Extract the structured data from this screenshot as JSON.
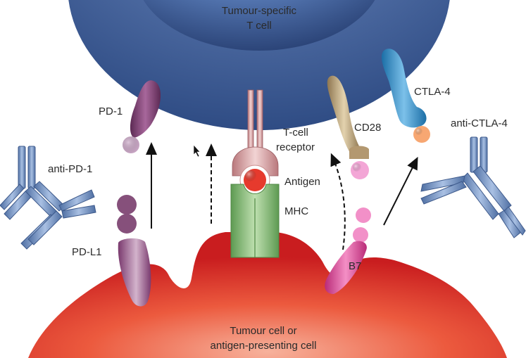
{
  "t_cell_label": [
    "Tumour-specific",
    "T cell"
  ],
  "apc_label": [
    "Tumour cell or",
    "antigen-presenting cell"
  ],
  "labels": {
    "pd1": "PD-1",
    "pdl1": "PD-L1",
    "anti_pd1": "anti-PD-1",
    "tcr": [
      "T-cell",
      "receptor"
    ],
    "antigen": "Antigen",
    "mhc": "MHC",
    "cd28": "CD28",
    "ctla4": "CTLA-4",
    "anti_ctla4": "anti-CTLA-4",
    "b7": "B7"
  },
  "colors": {
    "t_cell": "#3d5f98",
    "tumour_cell": "#e0342a",
    "pd1": "#7a3f6e",
    "antibody": "#6f8fbf",
    "mhc": "#8cba7c",
    "tcr": "#d9a5a7",
    "antigen": "#e83a2c",
    "cd28": "#b59e74",
    "ctla4": "#2f8fc9",
    "b7": "#e04f9d"
  }
}
